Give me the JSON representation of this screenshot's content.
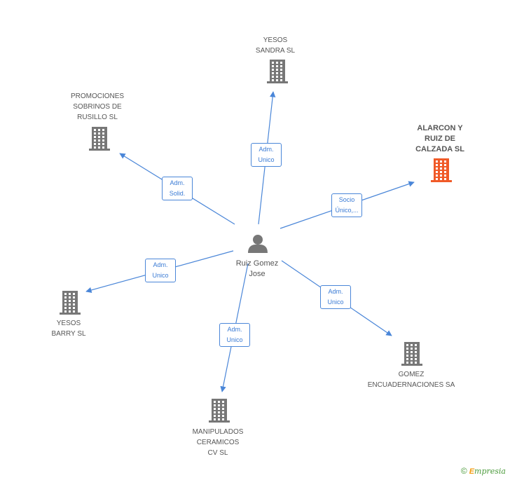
{
  "colors": {
    "edge": "#4a86d8",
    "building": "#777777",
    "building_highlight": "#f05a28",
    "person": "#777777",
    "badge_text": "#3a7bd5"
  },
  "center": {
    "icon": "person-icon",
    "label": "Ruiz Gomez\nJose"
  },
  "companies": [
    {
      "id": "yesos-sandra",
      "label": "YESOS\nSANDRA  SL",
      "icon": "building-icon",
      "highlight": false
    },
    {
      "id": "promociones-sobrinos",
      "label": "PROMOCIONES\nSOBRINOS DE\nRUSILLO SL",
      "icon": "building-icon",
      "highlight": false
    },
    {
      "id": "alarcon-ruiz",
      "label": "ALARCON Y\nRUIZ DE\nCALZADA SL",
      "icon": "building-icon",
      "highlight": true
    },
    {
      "id": "yesos-barry",
      "label": "YESOS\nBARRY SL",
      "icon": "building-icon",
      "highlight": false
    },
    {
      "id": "gomez-encuadernaciones",
      "label": "GOMEZ\nENCUADERNACIONES SA",
      "icon": "building-icon",
      "highlight": false
    },
    {
      "id": "manipulados-ceramicos",
      "label": "MANIPULADOS\nCERAMICOS\nCV  SL",
      "icon": "building-icon",
      "highlight": false
    }
  ],
  "edges": [
    {
      "to": "yesos-sandra",
      "label": "Adm.\nUnico"
    },
    {
      "to": "promociones-sobrinos",
      "label": "Adm.\nSolid."
    },
    {
      "to": "alarcon-ruiz",
      "label": "Socio\nÚnico,..."
    },
    {
      "to": "yesos-barry",
      "label": "Adm.\nUnico"
    },
    {
      "to": "gomez-encuadernaciones",
      "label": "Adm.\nUnico"
    },
    {
      "to": "manipulados-ceramicos",
      "label": "Adm.\nUnico"
    }
  ],
  "footer": {
    "copyright": "©",
    "brand_first": "E",
    "brand_rest": "mpresia"
  }
}
